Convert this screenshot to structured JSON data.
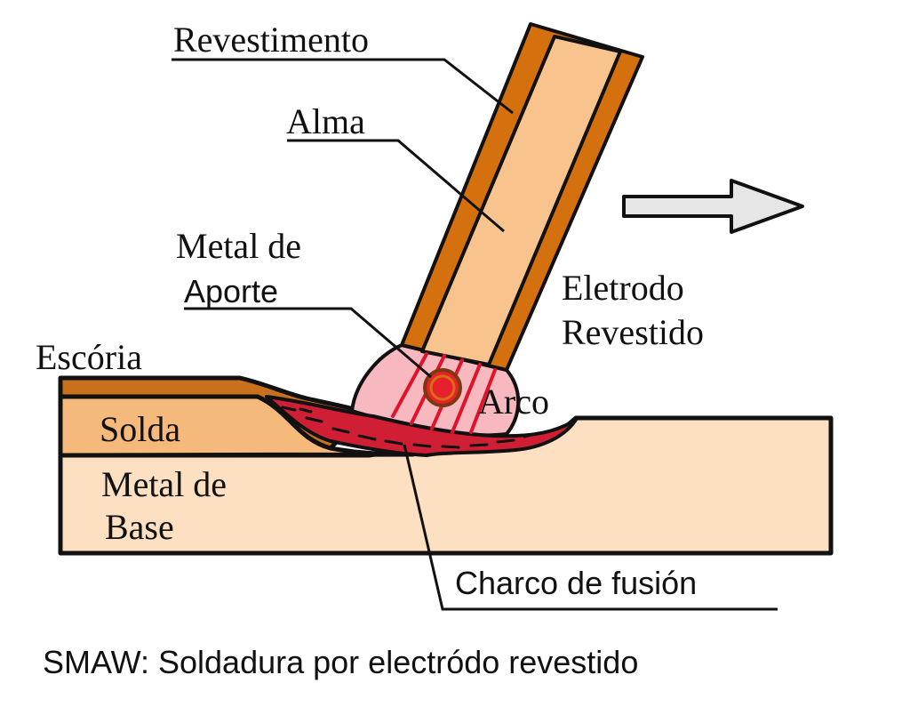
{
  "labels": {
    "revestimento": "Revestimento",
    "alma": "Alma",
    "metal_de_aporte_line1": "Metal de",
    "metal_de_aporte_line2": "Aporte",
    "eletrodo_line1": "Eletrodo",
    "eletrodo_line2": "Revestido",
    "escoria": "Escória",
    "arco": "Arco",
    "solda": "Solda",
    "metal_base_line1": "Metal de",
    "metal_base_line2": "Base",
    "charco": "Charco de fusión"
  },
  "caption": "SMAW: Soldadura por electródo revestido",
  "icons": {
    "direction": "right-arrow-icon"
  },
  "colors": {
    "coating": "#d5700f",
    "core": "#f9c38e",
    "base_metal": "#fde0c2",
    "weld": "#f6b97c",
    "slag": "#c9701c",
    "arc_glow": "#f7b8c0",
    "arc_lines": "#e0132b",
    "droplet": "#e8202e",
    "puddle": "#d01e35",
    "arrow": "#e6e6e6",
    "outline": "#111111"
  }
}
